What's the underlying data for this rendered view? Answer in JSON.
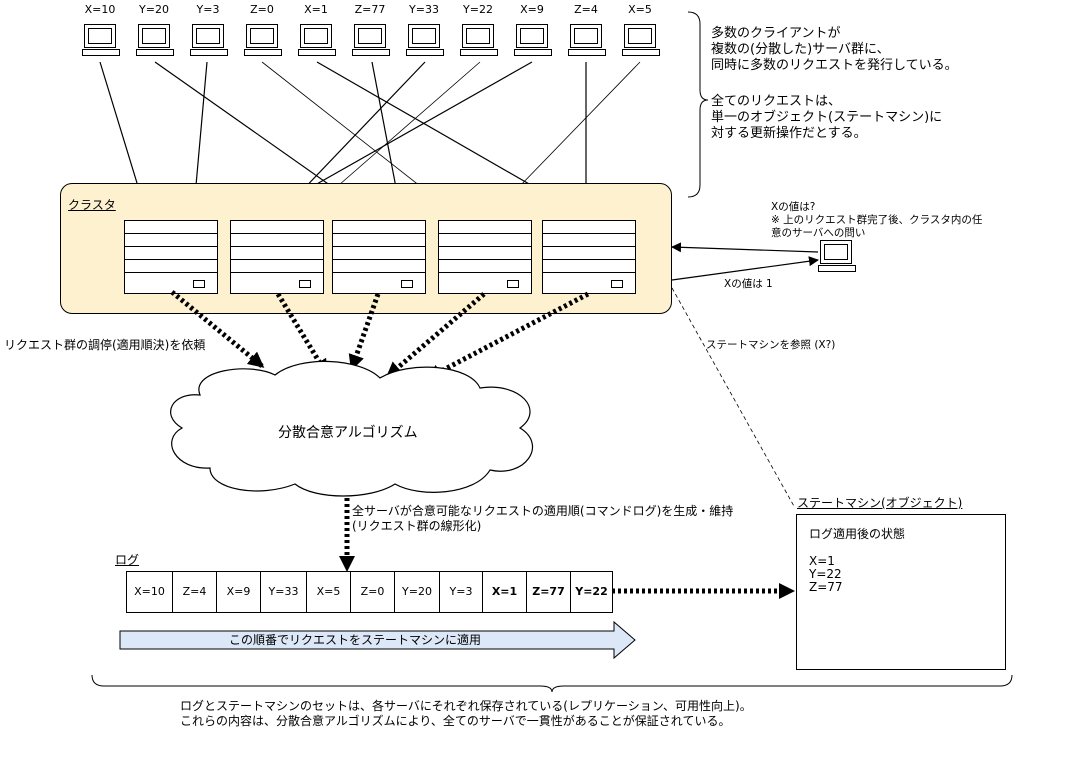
{
  "clients": [
    {
      "label": "X=10"
    },
    {
      "label": "Y=20"
    },
    {
      "label": "Y=3"
    },
    {
      "label": "Z=0"
    },
    {
      "label": "X=1"
    },
    {
      "label": "Z=77"
    },
    {
      "label": "Y=33"
    },
    {
      "label": "Y=22"
    },
    {
      "label": "X=9"
    },
    {
      "label": "Z=4"
    },
    {
      "label": "X=5"
    }
  ],
  "description": {
    "line1": "多数のクライアントが\n複数の(分散した)サーバ群に、\n同時に多数のリクエストを発行している。",
    "line2": "全てのリクエストは、\n単一のオブジェクト(ステートマシン)に\n対する更新操作だとする。"
  },
  "cluster": {
    "label": "クラスタ"
  },
  "query": {
    "question": "Xの値は?\n※ 上のリクエスト群完了後、クラスタ内の任\n意のサーバへの問い",
    "answer": "Xの値は 1"
  },
  "reference_label": "ステートマシンを参照 (X?)",
  "mediation_label": "リクエスト群の調停(適用順決)を依頼",
  "consensus": {
    "label": "分散合意アルゴリズム"
  },
  "log_generation_label": "全サーバが合意可能なリクエストの適用順(コマンドログ)を生成・維持\n(リクエスト群の線形化)",
  "log": {
    "label": "ログ",
    "entries": [
      {
        "text": "X=10",
        "bold": false
      },
      {
        "text": "Z=4",
        "bold": false
      },
      {
        "text": "X=9",
        "bold": false
      },
      {
        "text": "Y=33",
        "bold": false
      },
      {
        "text": "X=5",
        "bold": false
      },
      {
        "text": "Z=0",
        "bold": false
      },
      {
        "text": "Y=20",
        "bold": false
      },
      {
        "text": "Y=3",
        "bold": false
      },
      {
        "text": "X=1",
        "bold": true
      },
      {
        "text": "Z=77",
        "bold": true
      },
      {
        "text": "Y=22",
        "bold": true
      }
    ]
  },
  "apply_arrow": {
    "label": "この順番でリクエストをステートマシンに適用"
  },
  "state_machine": {
    "title": "ステートマシン(オブジェクト)",
    "heading": "ログ適用後の状態",
    "values": [
      "X=1",
      "Y=22",
      "Z=77"
    ]
  },
  "footer": {
    "line1": "ログとステートマシンのセットは、各サーバにそれぞれ保存されている(レプリケーション、可用性向上)。",
    "line2": "これらの内容は、分散合意アルゴリズムにより、全てのサーバで一貫性があることが保証されている。"
  },
  "colors": {
    "cluster_bg": "#fdf1d0",
    "apply_arrow_fill": "#dce8f7"
  }
}
